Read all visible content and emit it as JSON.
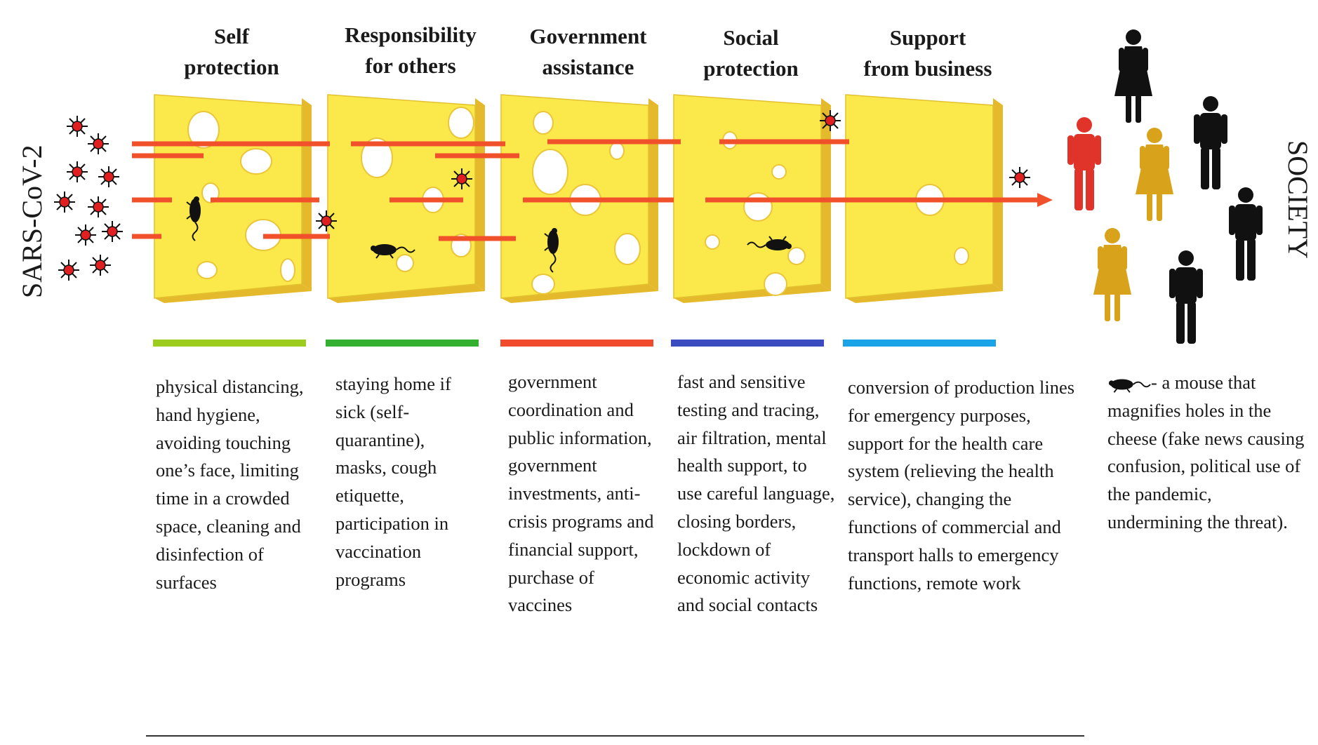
{
  "virus_label": "SARS-CoV-2",
  "society_label": "SOCIETY",
  "layers": [
    {
      "title_line1": "Self",
      "title_line2": "protection",
      "bar_color": "#9ccc1e",
      "description": "physical distancing, hand hygiene, avoiding touching one’s face, limiting time in a crowded space, cleaning and disinfection of surfaces"
    },
    {
      "title_line1": "Responsibility",
      "title_line2": "for others",
      "bar_color": "#33b030",
      "description": "staying home if sick (self-quarantine), masks, cough etiquette, participation in vaccination programs"
    },
    {
      "title_line1": "Government",
      "title_line2": "assistance",
      "bar_color": "#ef4b2c",
      "description": "government coordination and  public information, government investments, anti-crisis programs and financial support, purchase of vaccines"
    },
    {
      "title_line1": "Social",
      "title_line2": "protection",
      "bar_color": "#3b4cc0",
      "description": "fast and sensitive testing and tracing, air filtration, mental health support, to use careful language, closing borders, lockdown of economic activity and social contacts"
    },
    {
      "title_line1": "Support",
      "title_line2": "from business",
      "bar_color": "#1aa3e6",
      "description": "conversion of production lines for emergency purposes, support for the health care system (relieving the health service), changing the functions of commercial and transport halls to emergency functions, remote work"
    }
  ],
  "legend": {
    "icon": "mouse-icon",
    "text": "- a mouse that magnifies holes in the cheese (fake news causing confusion, political use of the pandemic, undermining the threat)."
  },
  "colors": {
    "cheese_face": "#fbe84a",
    "cheese_edge": "#e5b92c",
    "threat_arrow": "#f0512a",
    "virus": "#e02020",
    "person_red": "#e0332a",
    "person_gold": "#d9a21b",
    "person_black": "#111111"
  }
}
